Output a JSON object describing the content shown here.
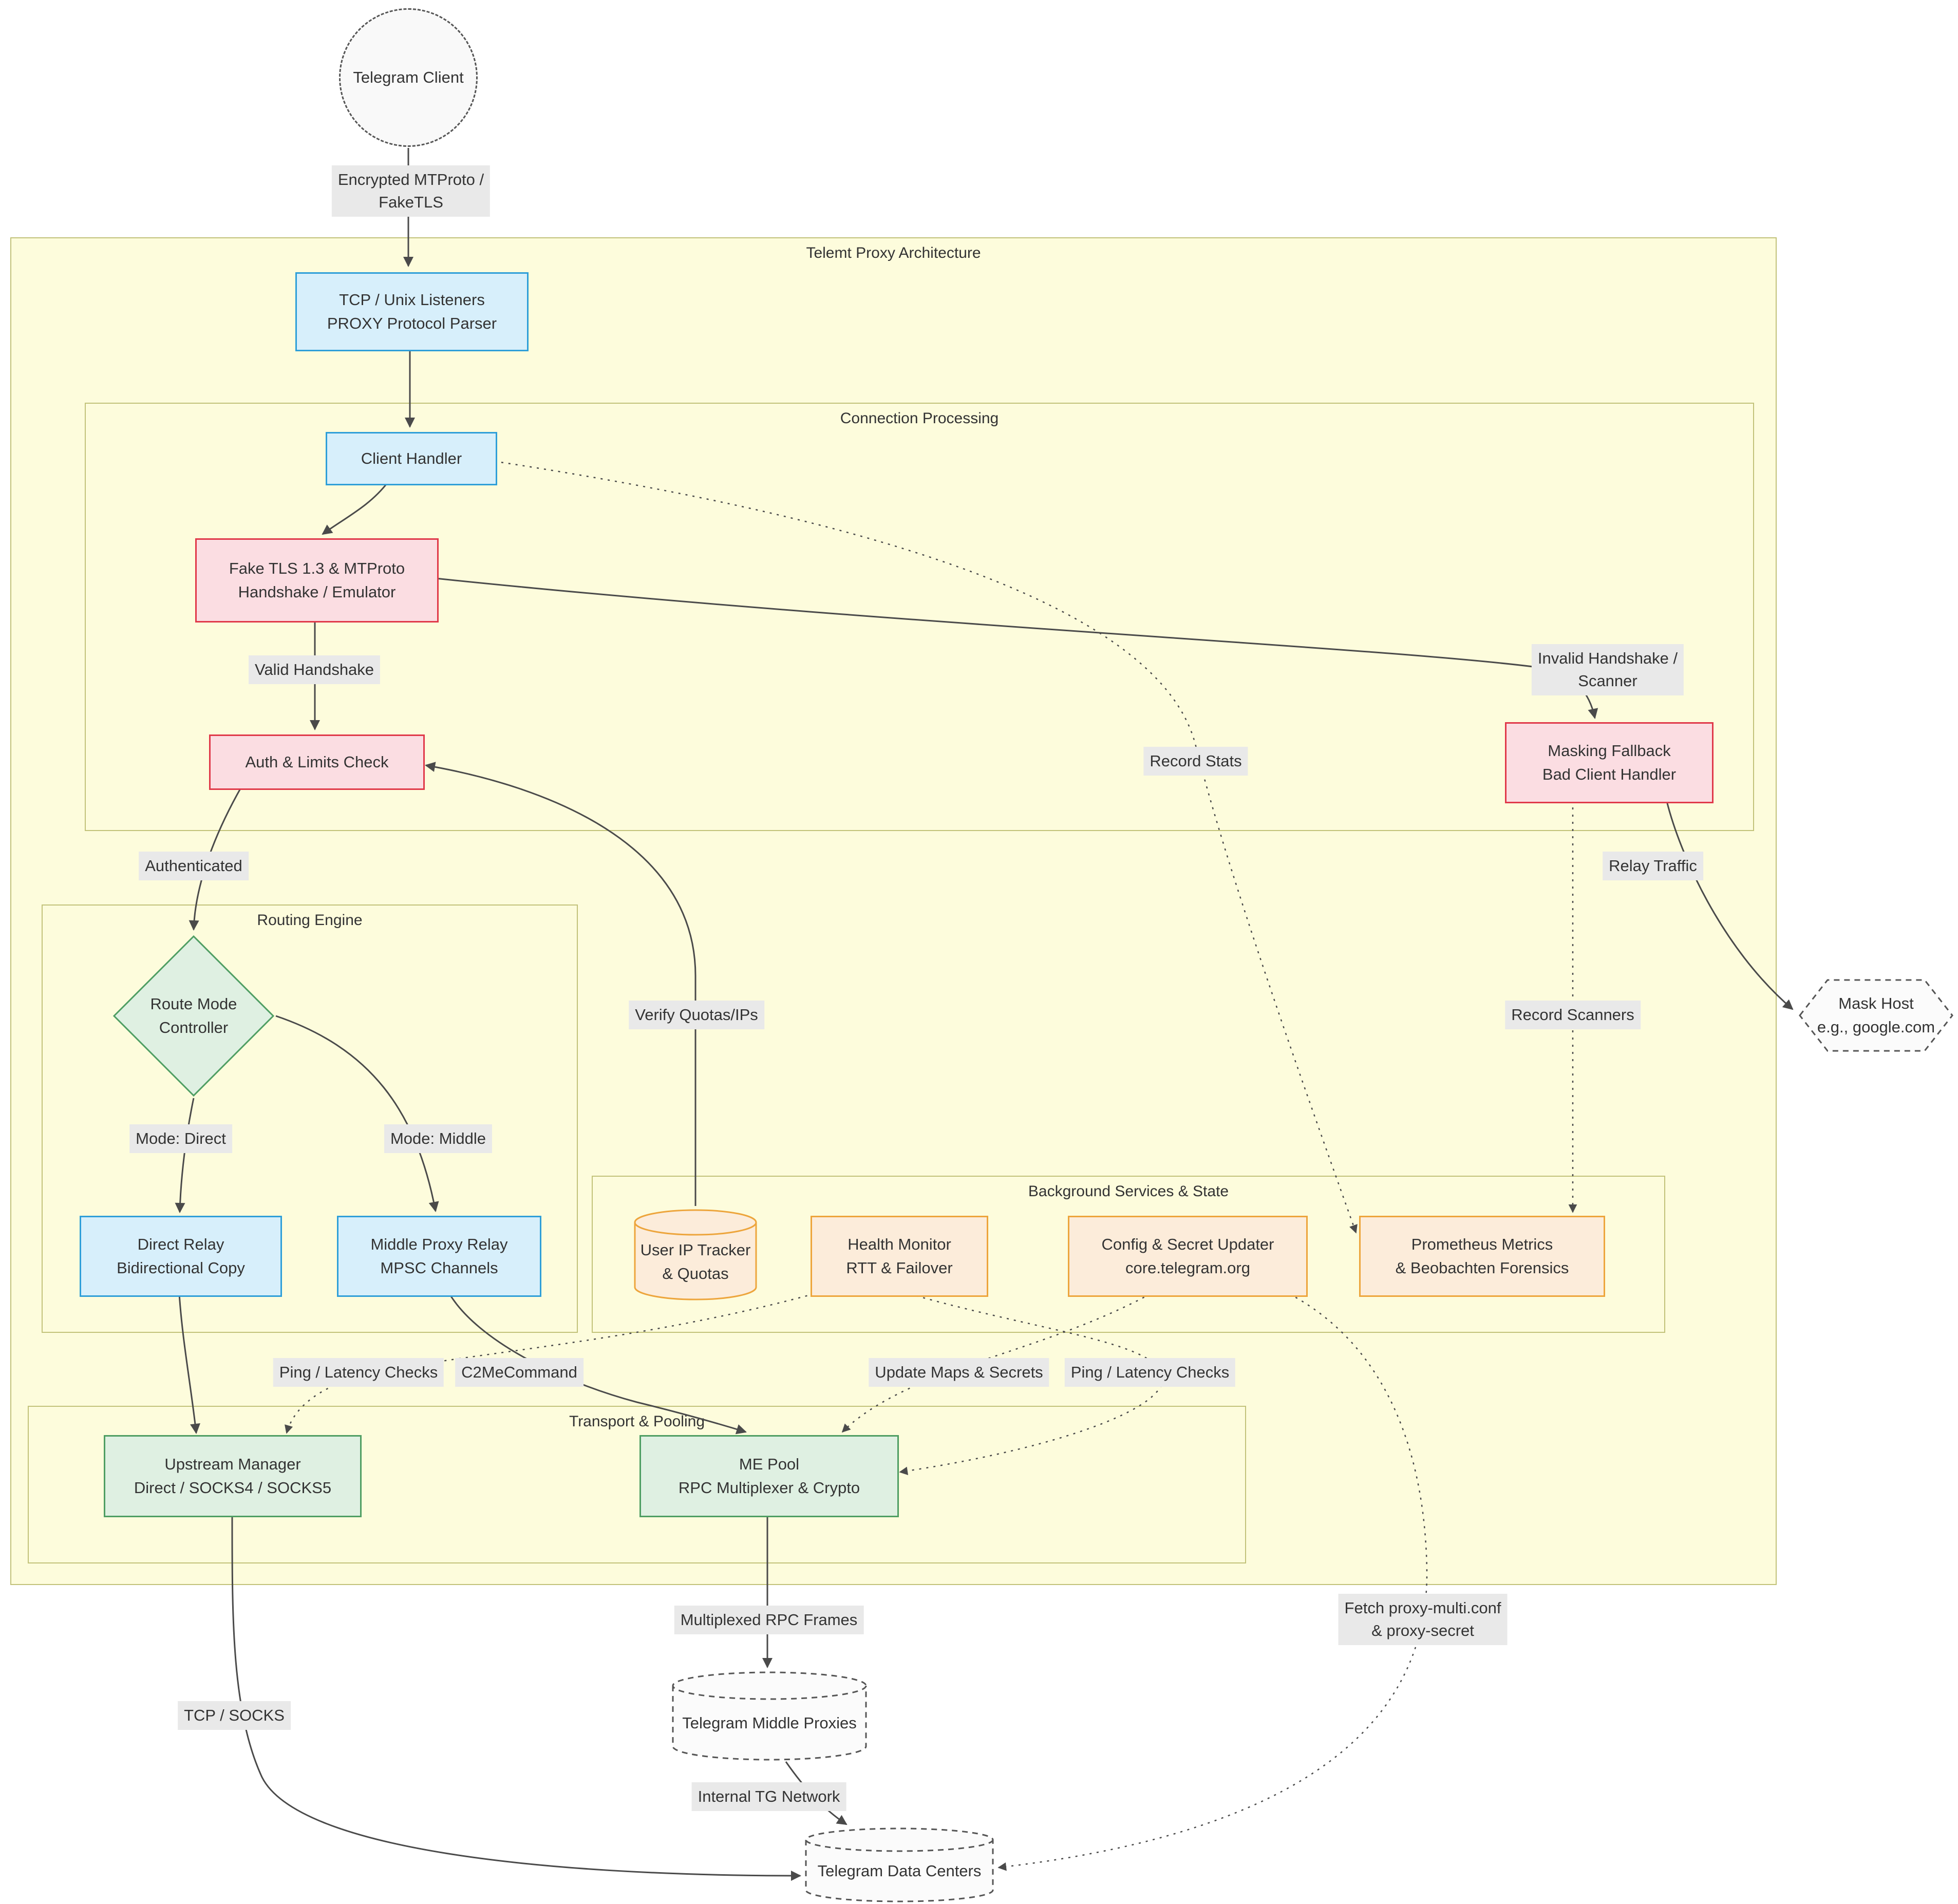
{
  "containers": {
    "outer": "Telemt Proxy Architecture",
    "connection": "Connection Processing",
    "routing": "Routing Engine",
    "background": "Background Services & State",
    "transport": "Transport & Pooling"
  },
  "nodes": {
    "telegram_client": {
      "l1": "Telegram Client"
    },
    "tcp_listeners": {
      "l1": "TCP / Unix Listeners",
      "l2": "PROXY Protocol Parser"
    },
    "client_handler": {
      "l1": "Client Handler"
    },
    "fake_tls": {
      "l1": "Fake TLS 1.3 & MTProto",
      "l2": "Handshake / Emulator"
    },
    "auth_limits": {
      "l1": "Auth & Limits Check"
    },
    "masking_fallback": {
      "l1": "Masking Fallback",
      "l2": "Bad Client Handler"
    },
    "route_mode": {
      "l1": "Route Mode",
      "l2": "Controller"
    },
    "direct_relay": {
      "l1": "Direct Relay",
      "l2": "Bidirectional Copy"
    },
    "middle_relay": {
      "l1": "Middle Proxy Relay",
      "l2": "MPSC Channels"
    },
    "user_ip_tracker": {
      "l1": "User IP Tracker",
      "l2": "& Quotas"
    },
    "health_monitor": {
      "l1": "Health Monitor",
      "l2": "RTT & Failover"
    },
    "config_updater": {
      "l1": "Config & Secret Updater",
      "l2": "core.telegram.org"
    },
    "prometheus": {
      "l1": "Prometheus Metrics",
      "l2": "& Beobachten Forensics"
    },
    "upstream_manager": {
      "l1": "Upstream Manager",
      "l2": "Direct / SOCKS4 / SOCKS5"
    },
    "me_pool": {
      "l1": "ME Pool",
      "l2": "RPC Multiplexer & Crypto"
    },
    "mask_host": {
      "l1": "Mask Host",
      "l2": "e.g., google.com"
    },
    "tg_middle_proxies": {
      "l1": "Telegram Middle Proxies"
    },
    "tg_data_centers": {
      "l1": "Telegram Data Centers"
    }
  },
  "labels": {
    "encrypted": {
      "l1": "Encrypted MTProto /",
      "l2": "FakeTLS"
    },
    "valid_handshake": "Valid Handshake",
    "invalid_handshake": {
      "l1": "Invalid Handshake /",
      "l2": "Scanner"
    },
    "record_stats": "Record Stats",
    "authenticated": "Authenticated",
    "relay_traffic": "Relay Traffic",
    "mode_direct": "Mode: Direct",
    "mode_middle": "Mode: Middle",
    "verify_quotas": "Verify Quotas/IPs",
    "record_scanners": "Record Scanners",
    "ping_latency_left": "Ping / Latency Checks",
    "c2me_command": "C2MeCommand",
    "update_maps": "Update Maps & Secrets",
    "ping_latency_right": "Ping / Latency Checks",
    "multiplexed_rpc": "Multiplexed RPC Frames",
    "fetch_proxy": {
      "l1": "Fetch proxy-multi.conf",
      "l2": "& proxy-secret"
    },
    "tcp_socks": "TCP / SOCKS",
    "internal_tg": "Internal TG Network"
  },
  "colors": {
    "yellow_fill": "#fdfcdc",
    "yellow_border": "#c2c27a",
    "blue_fill": "#d7effb",
    "blue_border": "#2f9fd8",
    "red_fill": "#fbdde2",
    "red_border": "#e0394a",
    "green_fill": "#dff0e2",
    "green_border": "#4f9e63",
    "orange_fill": "#fcecda",
    "orange_border": "#eda53c",
    "label_bg": "#e9e9e9",
    "edge_color": "#4a4a4a"
  }
}
